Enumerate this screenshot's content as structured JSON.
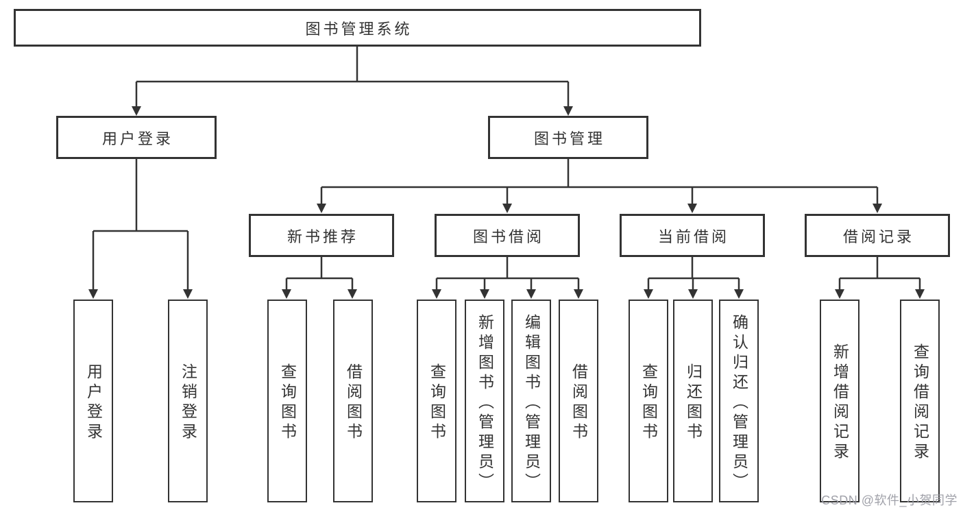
{
  "tree": {
    "root": {
      "label": "图书管理系统"
    },
    "level2": [
      {
        "label": "用户登录",
        "children": [
          "用户登录",
          "注销登录"
        ]
      },
      {
        "label": "图书管理",
        "children": [
          {
            "label": "新书推荐",
            "children": [
              "查询图书",
              "借阅图书"
            ]
          },
          {
            "label": "图书借阅",
            "children": [
              "查询图书",
              "新增图书（管理员）",
              "编辑图书（管理员）",
              "借阅图书"
            ]
          },
          {
            "label": "当前借阅",
            "children": [
              "查询图书",
              "归还图书",
              "确认归还（管理员）"
            ]
          },
          {
            "label": "借阅记录",
            "children": [
              "新增借阅记录",
              "查询借阅记录"
            ]
          }
        ]
      }
    ]
  },
  "watermark": {
    "text": "CSDN @软件_小贺同学"
  },
  "colors": {
    "line": "#333333",
    "box_border": "#333333",
    "text": "#333333",
    "watermark": "#9b9ca4",
    "background": "#ffffff"
  }
}
